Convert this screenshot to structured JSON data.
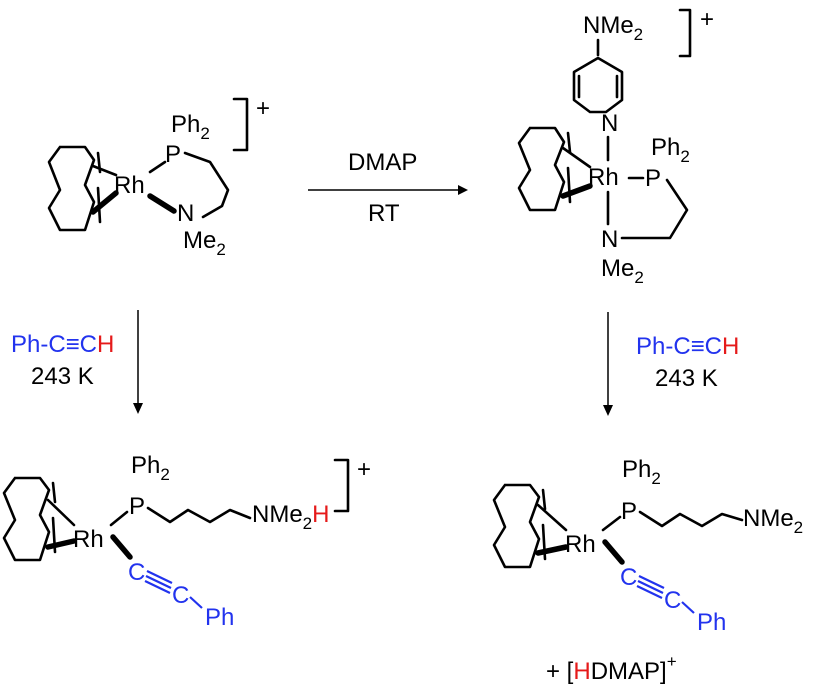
{
  "colors": {
    "reagent": "#2233ee",
    "hydrogen": "#e51a1a",
    "ink": "#000000"
  },
  "arrow_top": {
    "above": "DMAP",
    "below": "RT"
  },
  "arrow_left": {
    "reagent_main": "Ph-C≡C",
    "reagent_h": "H",
    "temp": "243 K"
  },
  "arrow_right": {
    "reagent_main": "Ph-C≡C",
    "reagent_h": "H",
    "temp": "243 K"
  },
  "cmpd1": {
    "metal": "Rh",
    "phos": "P",
    "ph": "Ph",
    "ph_sub": "2",
    "amine": "N",
    "me": "Me",
    "me_sub": "2",
    "charge": "+"
  },
  "cmpd2": {
    "metal": "Rh",
    "phos": "P",
    "ph": "Ph",
    "ph_sub": "2",
    "amine": "N",
    "me": "Me",
    "me_sub": "2",
    "py_n": "N",
    "dmap_nme": "NMe",
    "dmap_sub": "2",
    "charge": "+"
  },
  "cmpd3": {
    "metal": "Rh",
    "phos": "P",
    "ph": "Ph",
    "ph_sub": "2",
    "amine_main": "NMe",
    "amine_sub": "2",
    "amine_h": "H",
    "c1": "C",
    "c2": "C",
    "ph_end": "Ph",
    "charge": "+"
  },
  "cmpd4": {
    "metal": "Rh",
    "phos": "P",
    "ph": "Ph",
    "ph_sub": "2",
    "amine_main": "NMe",
    "amine_sub": "2",
    "c1": "C",
    "c2": "C",
    "ph_end": "Ph"
  },
  "byproduct": {
    "plus": "+ [",
    "h": "H",
    "name": "DMAP]",
    "charge": "+"
  }
}
